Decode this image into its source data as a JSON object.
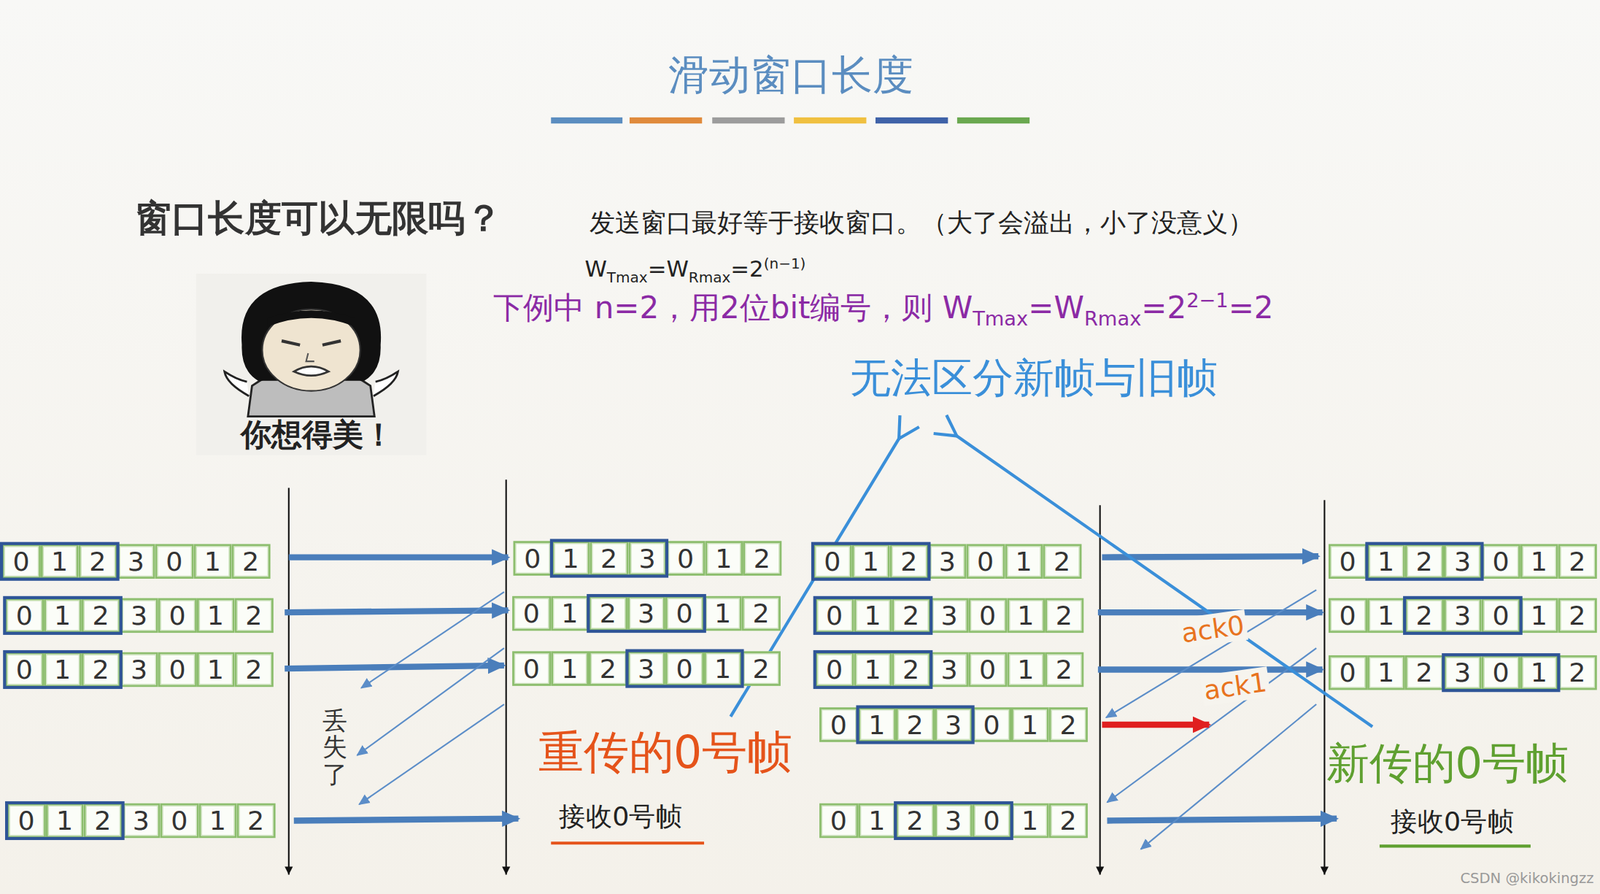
{
  "diagram": {
    "title": "滑动窗口长度",
    "nodes": [
      {
        "text": [
          "0"
        ]
      },
      {
        "text": [
          "1"
        ]
      },
      {
        "text": [
          "2"
        ]
      },
      {
        "text": [
          "3"
        ]
      },
      {
        "text": [
          "0"
        ]
      },
      {
        "text": [
          "1"
        ]
      },
      {
        "text": [
          "2"
        ]
      },
      {
        "text": [
          "0"
        ]
      },
      {
        "text": [
          "1"
        ]
      },
      {
        "text": [
          "2"
        ]
      },
      {
        "text": [
          "3"
        ]
      },
      {
        "text": [
          "0"
        ]
      },
      {
        "text": [
          "1"
        ]
      },
      {
        "text": [
          "2"
        ]
      },
      {
        "text": [
          "0"
        ]
      },
      {
        "text": [
          "1"
        ]
      },
      {
        "text": [
          "2"
        ]
      },
      {
        "text": [
          "3"
        ]
      },
      {
        "text": [
          "0"
        ]
      },
      {
        "text": [
          "1"
        ]
      },
      {
        "text": [
          "2"
        ]
      },
      {
        "text": [
          "0"
        ]
      },
      {
        "text": [
          "1"
        ]
      },
      {
        "text": [
          "2"
        ]
      },
      {
        "text": [
          "3"
        ]
      },
      {
        "text": [
          "0"
        ]
      },
      {
        "text": [
          "1"
        ]
      },
      {
        "text": [
          "2"
        ]
      },
      {
        "text": [
          "0"
        ]
      },
      {
        "text": [
          "1"
        ]
      },
      {
        "text": [
          "2"
        ]
      },
      {
        "text": [
          "3"
        ]
      },
      {
        "text": [
          "0"
        ]
      },
      {
        "text": [
          "1"
        ]
      },
      {
        "text": [
          "2"
        ]
      },
      {
        "text": [
          "0"
        ]
      },
      {
        "text": [
          "1"
        ]
      },
      {
        "text": [
          "2"
        ]
      },
      {
        "text": [
          "3"
        ]
      },
      {
        "text": [
          "0"
        ]
      },
      {
        "text": [
          "1"
        ]
      },
      {
        "text": [
          "2"
        ]
      },
      {
        "text": [
          "0"
        ]
      },
      {
        "text": [
          "1"
        ]
      },
      {
        "text": [
          "2"
        ]
      },
      {
        "text": [
          "3"
        ]
      },
      {
        "text": [
          "0"
        ]
      },
      {
        "text": [
          "1"
        ]
      },
      {
        "text": [
          "2"
        ]
      },
      {
        "text": [
          "0"
        ]
      },
      {
        "text": [
          "1"
        ]
      },
      {
        "text": [
          "2"
        ]
      },
      {
        "text": [
          "3"
        ]
      },
      {
        "text": [
          "0"
        ]
      },
      {
        "text": [
          "1"
        ]
      },
      {
        "text": [
          "2"
        ]
      },
      {
        "text": [
          "0"
        ]
      },
      {
        "text": [
          "1"
        ]
      },
      {
        "text": [
          "2"
        ]
      },
      {
        "text": [
          "3"
        ]
      },
      {
        "text": [
          "0"
        ]
      },
      {
        "text": [
          "1"
        ]
      },
      {
        "text": [
          "2"
        ]
      },
      {
        "text": [
          "0"
        ]
      },
      {
        "text": [
          "1"
        ]
      },
      {
        "text": [
          "2"
        ]
      },
      {
        "text": [
          "3"
        ]
      },
      {
        "text": [
          "0"
        ]
      },
      {
        "text": [
          "1"
        ]
      },
      {
        "text": [
          "2"
        ]
      },
      {
        "text": [
          "0"
        ]
      },
      {
        "text": [
          "1"
        ]
      },
      {
        "text": [
          "2"
        ]
      },
      {
        "text": [
          "3"
        ]
      },
      {
        "text": [
          "0"
        ]
      },
      {
        "text": [
          "1"
        ]
      },
      {
        "text": [
          "2"
        ]
      },
      {
        "text": [
          "0"
        ]
      },
      {
        "text": [
          "1"
        ]
      },
      {
        "text": [
          "2"
        ]
      },
      {
        "text": [
          "3"
        ]
      },
      {
        "text": [
          "0"
        ]
      },
      {
        "text": [
          "1"
        ]
      },
      {
        "text": [
          "2"
        ]
      },
      {
        "text": [
          "0"
        ]
      },
      {
        "text": [
          "1"
        ]
      },
      {
        "text": [
          "2"
        ]
      },
      {
        "text": [
          "3"
        ]
      },
      {
        "text": [
          "0"
        ]
      },
      {
        "text": [
          "1"
        ]
      },
      {
        "text": [
          "2"
        ]
      },
      {
        "text": [
          "0"
        ]
      },
      {
        "text": [
          "1"
        ]
      },
      {
        "text": [
          "2"
        ]
      },
      {
        "text": [
          "3"
        ]
      },
      {
        "text": [
          "0"
        ]
      },
      {
        "text": [
          "1"
        ]
      },
      {
        "text": [
          "2"
        ]
      },
      {
        "text": [
          "0"
        ]
      },
      {
        "text": [
          "1"
        ]
      },
      {
        "text": [
          "2"
        ]
      },
      {
        "text": [
          "3"
        ]
      },
      {
        "text": [
          "0"
        ]
      },
      {
        "text": [
          "1"
        ]
      },
      {
        "text": [
          "2"
        ]
      }
    ],
    "labels": [
      "窗口长度可以无限吗？",
      "发送窗口最好等于接收窗口。（大了会溢出，小了没意义）",
      "W",
      "Tmax",
      "=W",
      "Rmax",
      "=2",
      "(n−1)",
      "下例中 n=2，用2位bit编号，则 W",
      "Tmax",
      "=W",
      "Rmax",
      "=2",
      "2−1",
      "=2",
      "无法区分新帧与旧帧",
      "你想得美！",
      "丢失了",
      "重传的0号帧",
      "接收0号帧",
      "ack0",
      "ack1",
      "新传的0号帧",
      "接收0号帧",
      "CSDN @kikokingzz"
    ]
  }
}
